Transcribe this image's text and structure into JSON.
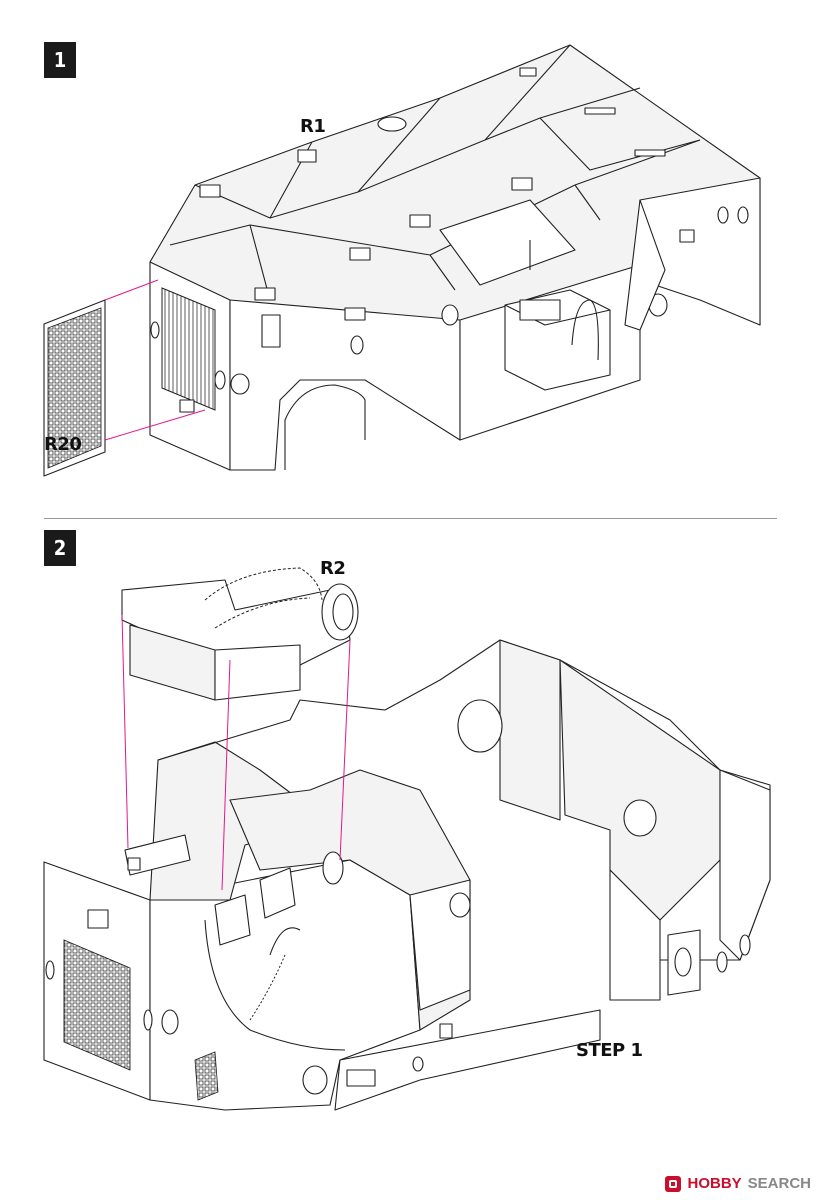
{
  "steps": [
    {
      "number": "1"
    },
    {
      "number": "2"
    }
  ],
  "labels": {
    "r1": "R1",
    "r20": "R20",
    "r2": "R2",
    "step1": "STEP 1"
  },
  "watermark": {
    "brand": "HOBBY",
    "search": "SEARCH"
  },
  "colors": {
    "guide_line": "#e0198a",
    "ink": "#222222",
    "badge": "#1a1a1a",
    "watermark_brand": "#c8102e"
  }
}
